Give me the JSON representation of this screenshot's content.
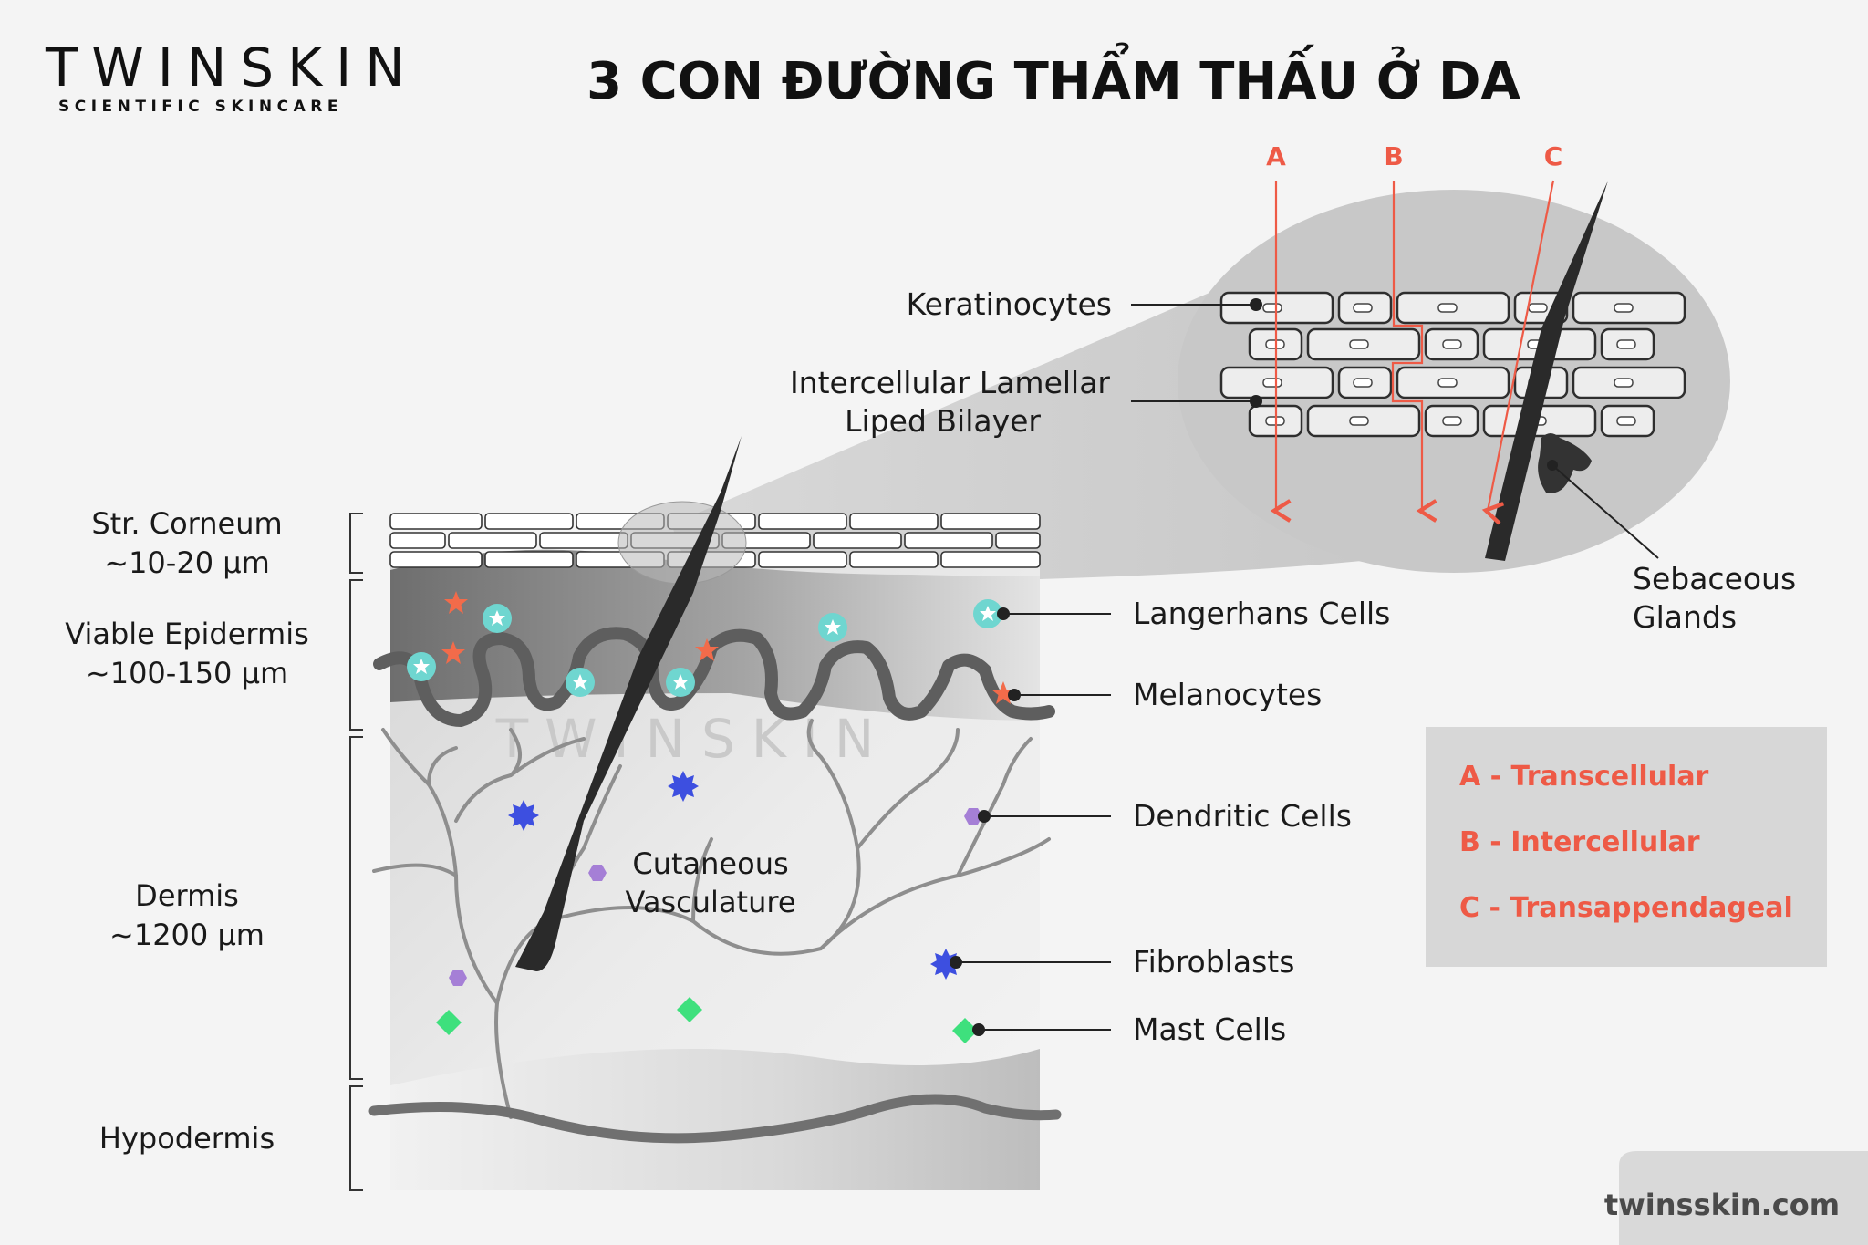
{
  "brand": {
    "name": "TWINSKIN",
    "tagline": "SCIENTIFIC SKINCARE",
    "website": "twinsskin.com"
  },
  "title": "3 CON ĐƯỜNG THẨM THẤU Ở DA",
  "layers": [
    {
      "name": "Str. Corneum",
      "size": "~10-20 μm"
    },
    {
      "name": "Viable Epidermis",
      "size": "~100-150 μm"
    },
    {
      "name": "Dermis",
      "size": "~1200 μm"
    },
    {
      "name": "Hypodermis",
      "size": ""
    }
  ],
  "callouts": {
    "keratinocytes": "Keratinocytes",
    "lipid_line1": "Intercellular Lamellar",
    "lipid_line2": "Liped Bilayer",
    "sebaceous_line1": "Sebaceous",
    "sebaceous_line2": "Glands",
    "langerhans": "Langerhans Cells",
    "melanocytes": "Melanocytes",
    "dendritic": "Dendritic Cells",
    "fibroblasts": "Fibroblasts",
    "mast": "Mast Cells",
    "vasc_line1": "Cutaneous",
    "vasc_line2": "Vasculature"
  },
  "pathway_letters": [
    "A",
    "B",
    "C"
  ],
  "legend": [
    "A - Transcellular",
    "B - Intercellular",
    "C - Transappendageal"
  ],
  "colors": {
    "accent_red": "#ee5a46",
    "langerhans": "#6fd6d0",
    "melanocyte": "#f26b4a",
    "dendritic": "#a57fd6",
    "fibroblast": "#3d4fe0",
    "mast": "#3ee07d"
  }
}
